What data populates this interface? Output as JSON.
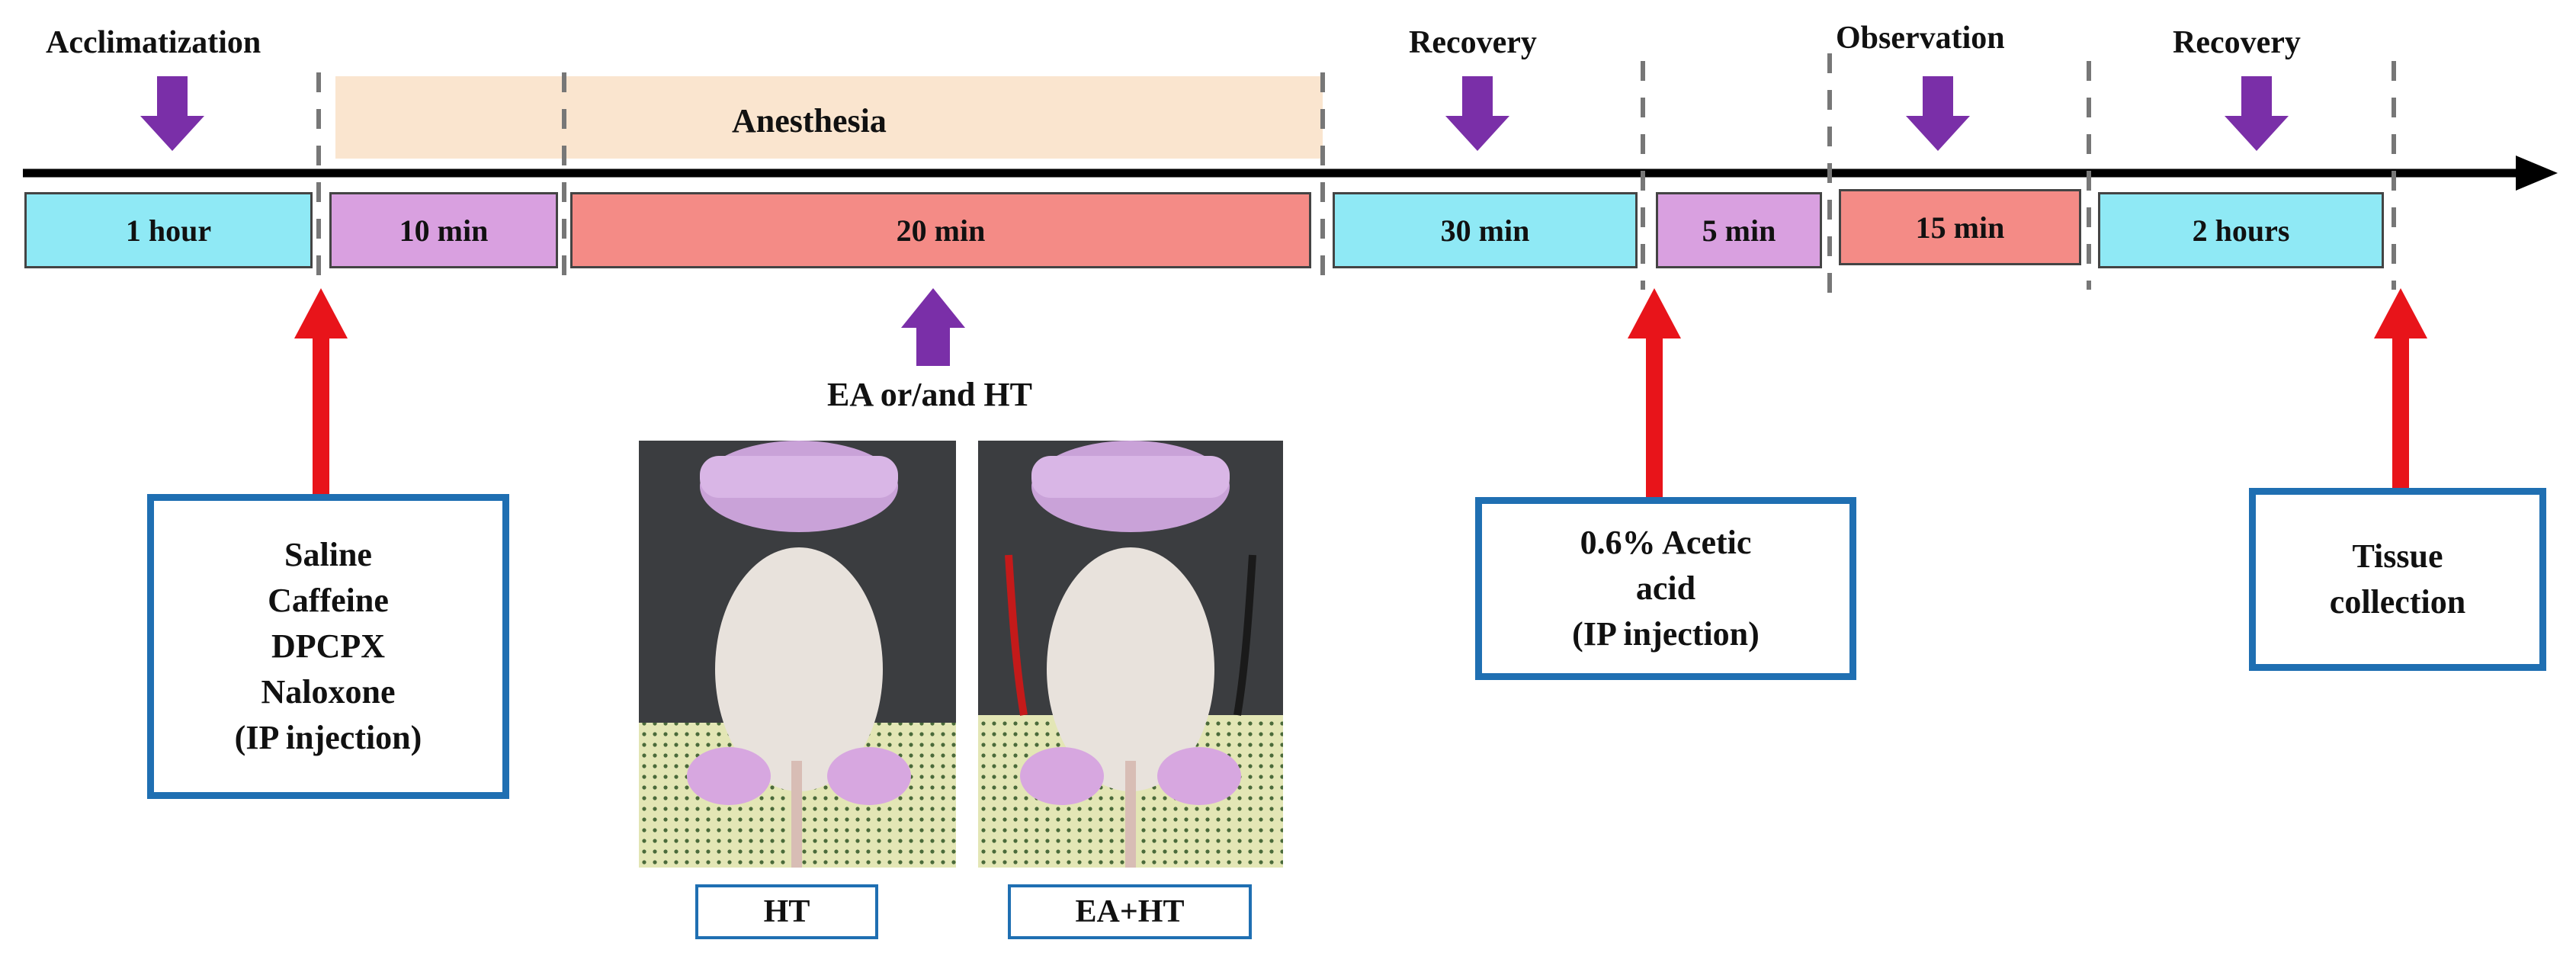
{
  "phases": {
    "acclimatization": "Acclimatization",
    "anesthesia": "Anesthesia",
    "recovery_1": "Recovery",
    "observation": "Observation",
    "recovery_2": "Recovery"
  },
  "segments": [
    {
      "label": "1 hour",
      "color": "#8fe9f5"
    },
    {
      "label": "10 min",
      "color": "#d9a0e0"
    },
    {
      "label": "20 min",
      "color": "#f48b86"
    },
    {
      "label": "30 min",
      "color": "#8fe9f5"
    },
    {
      "label": "5 min",
      "color": "#d9a0e0"
    },
    {
      "label": "15 min",
      "color": "#f48b86"
    },
    {
      "label": "2 hours",
      "color": "#8fe9f5"
    }
  ],
  "treatment_label": "EA or/and HT",
  "boxes": {
    "drugs": "Saline\nCaffeine\nDPCPX\nNaloxone\n(IP injection)",
    "acetic": "0.6% Acetic\nacid\n(IP injection)",
    "tissue": "Tissue\ncollection"
  },
  "photos": {
    "left_caption": "HT",
    "right_caption": "EA+HT"
  },
  "colors": {
    "anesthesia_band": "#fae5cf",
    "purple_arrow": "#7a2fa8",
    "red_arrow": "#e8141a",
    "box_border": "#1f6fb2"
  }
}
